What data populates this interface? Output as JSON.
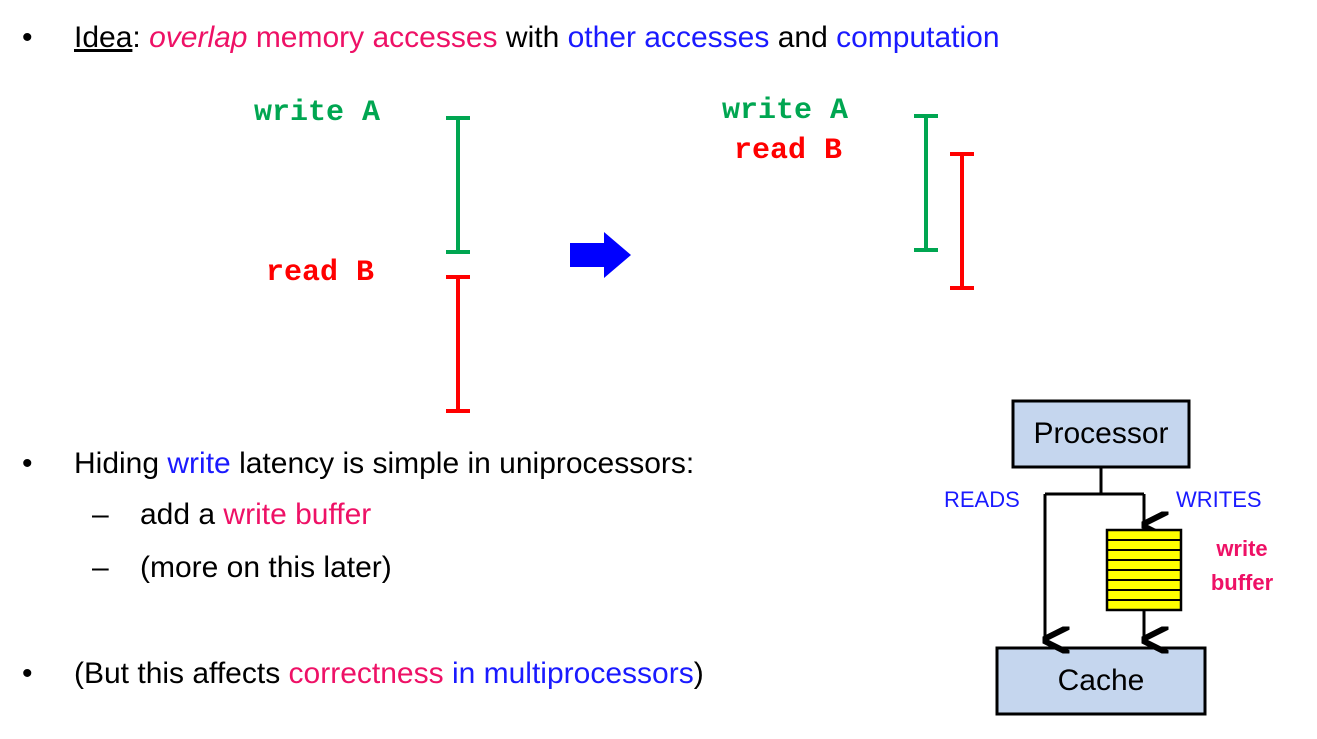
{
  "idea": {
    "bullet": "•",
    "label": "Idea",
    "colon": ":",
    "overlap": "overlap",
    "memory_accesses": " memory accesses",
    "with": " with ",
    "other_accesses": "other accesses",
    "and": " and ",
    "computation": "computation"
  },
  "timeline_before": {
    "write_label": "write A",
    "read_label": "read B"
  },
  "timeline_after": {
    "write_label": "write A",
    "read_label": "read B"
  },
  "hiding": {
    "bullet": "•",
    "pre": "Hiding ",
    "write": "write",
    "post": " latency is simple in uniprocessors:",
    "sub1_dash": "–",
    "sub1_pre": "add a ",
    "sub1_hl": "write buffer",
    "sub2_dash": "–",
    "sub2": "(more on this later)"
  },
  "correctness": {
    "bullet": "•",
    "pre": "(But this affects ",
    "correctness": "correctness",
    "in_multi": " in multiprocessors",
    "close": ")"
  },
  "diagram": {
    "processor": "Processor",
    "cache": "Cache",
    "reads": "READS",
    "writes": "WRITES",
    "wb_line1": "write",
    "wb_line2": "buffer"
  },
  "colors": {
    "green": "#00a651",
    "red": "#ff0000",
    "pink": "#ee1166",
    "blue": "#1a1aff",
    "box_fill": "#c5d6ee",
    "buffer_fill": "#ffff00"
  }
}
